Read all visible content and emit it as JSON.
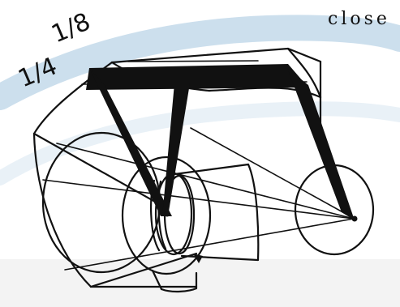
{
  "labels": {
    "close": "close",
    "eighth": "1/8",
    "quarter": "1/4"
  },
  "colors": {
    "ink": "#111111",
    "watermark_blue": "#8fb7d7",
    "watermark_gray": "#d7d7d7",
    "background": "#ffffff"
  }
}
